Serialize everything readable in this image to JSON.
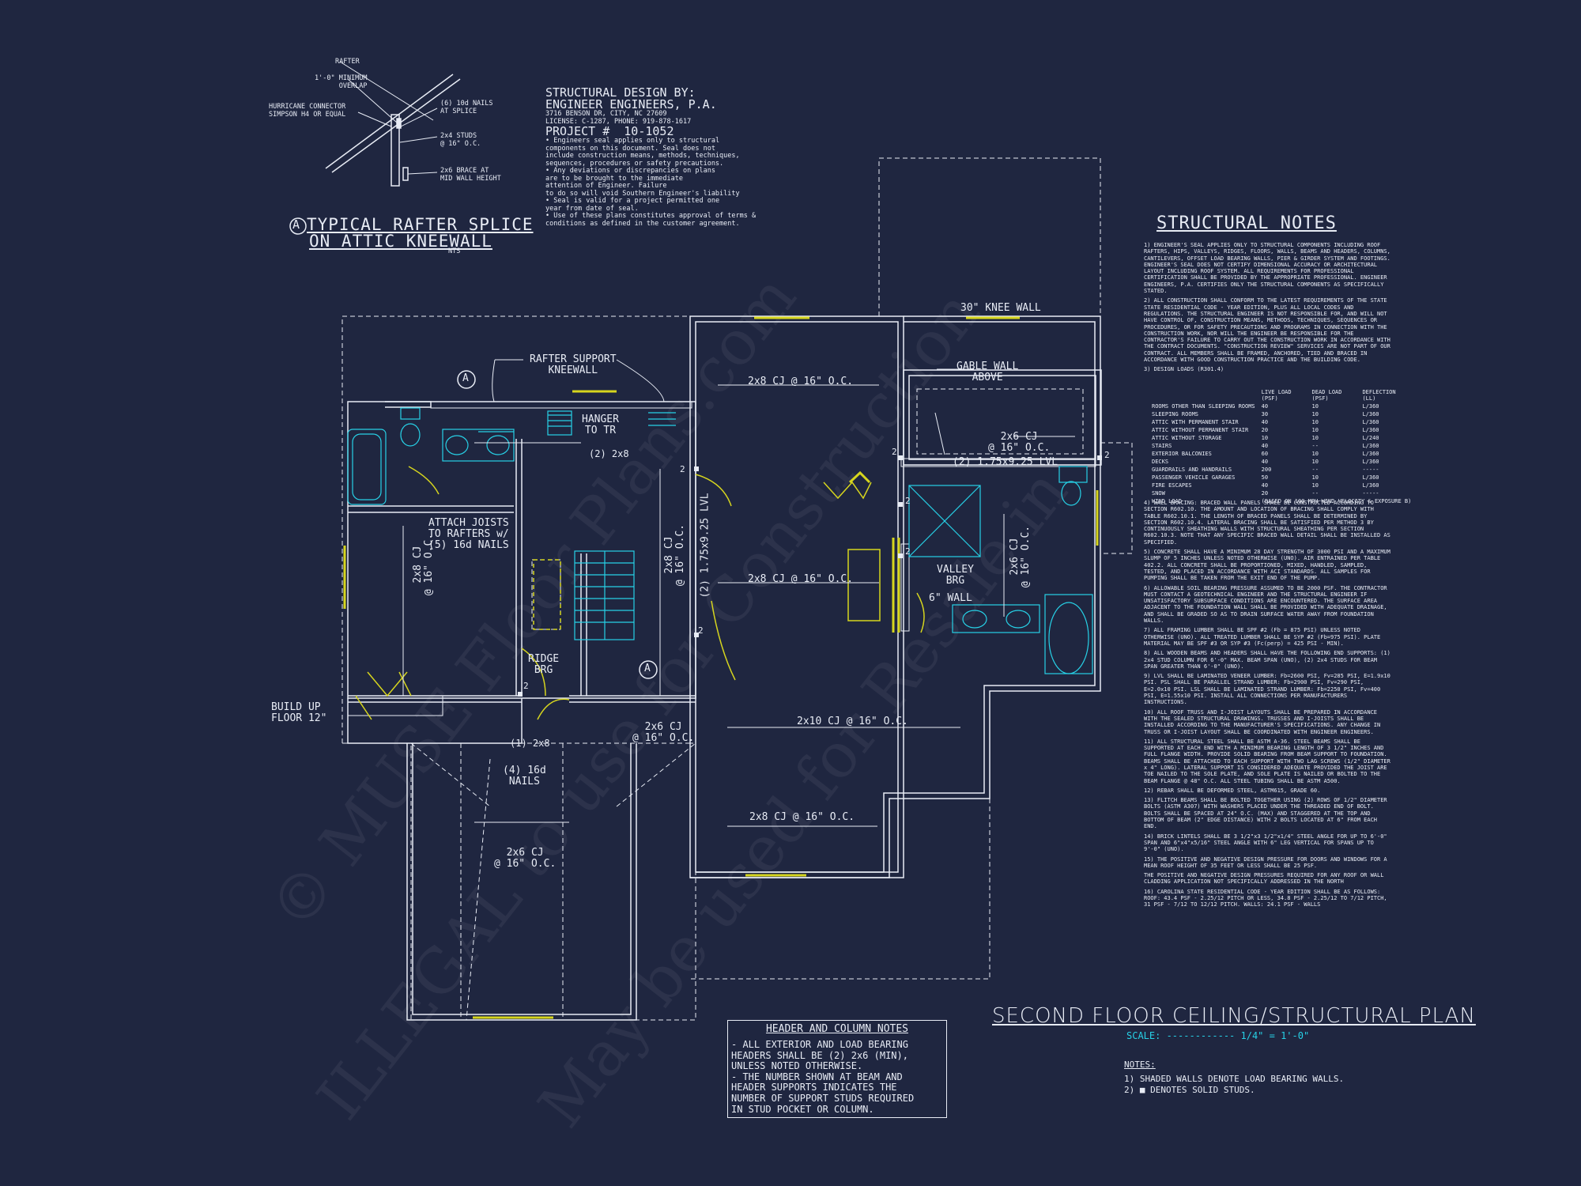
{
  "rafter_detail": {
    "labels": {
      "rafter": "RAFTER",
      "overlap": "1'-0\" MINIMUM\nOVERLAP",
      "hurricane": "HURRICANE CONNECTOR\nSIMPSON H4 OR EQUAL",
      "nails": "(6) 10d NAILS\nAT SPLICE",
      "studs": "2x4 STUDS\n@ 16\" O.C.",
      "brace": "2x6 BRACE AT\nMID WALL HEIGHT"
    },
    "marker": "A",
    "title_line1": "TYPICAL RAFTER SPLICE",
    "title_line2": "ON ATTIC KNEEWALL",
    "nts": "NTS"
  },
  "structural_design": {
    "heading": "STRUCTURAL DESIGN BY:",
    "firm": "ENGINEER ENGINEERS, P.A.",
    "address": "3716 BENSON DR, CITY, NC 27609",
    "license": "LICENSE: C-1287, PHONE: 919-878-1617",
    "project_label": "PROJECT #",
    "project_number": "10-1052",
    "bullets": [
      "Engineers seal applies only to structural\ncomponents on this document. Seal does not\ninclude construction means, methods, techniques,\nsequences, procedures or safety precautions.",
      "Any deviations or discrepancies on plans\nare to be brought to the immediate\nattention of Engineer. Failure\nto do so will void Southern Engineer's liability",
      "Seal is valid for a project permitted one\nyear from date of seal.",
      "Use of these plans constitutes approval of terms &\nconditions as defined in the customer agreement."
    ]
  },
  "structural_notes": {
    "title": "STRUCTURAL NOTES",
    "notes": [
      "1) ENGINEER'S SEAL APPLIES ONLY TO STRUCTURAL COMPONENTS INCLUDING ROOF RAFTERS, HIPS, VALLEYS, RIDGES, FLOORS, WALLS, BEAMS AND HEADERS, COLUMNS, CANTILEVERS, OFFSET LOAD BEARING WALLS, PIER & GIRDER SYSTEM AND FOOTINGS. ENGINEER'S SEAL DOES NOT CERTIFY DIMENSIONAL ACCURACY OR ARCHITECTURAL LAYOUT INCLUDING ROOF SYSTEM. ALL REQUIREMENTS FOR PROFESSIONAL CERTIFICATION SHALL BE PROVIDED BY THE APPROPRIATE PROFESSIONAL. ENGINEER ENGINEERS, P.A. CERTIFIES ONLY THE STRUCTURAL COMPONENTS AS SPECIFICALLY STATED.",
      "2) ALL CONSTRUCTION SHALL CONFORM TO THE LATEST REQUIREMENTS OF THE STATE STATE RESIDENTIAL CODE - YEAR EDITION, PLUS ALL LOCAL CODES AND REGULATIONS. THE STRUCTURAL ENGINEER IS NOT RESPONSIBLE FOR, AND WILL NOT HAVE CONTROL OF, CONSTRUCTION MEANS, METHODS, TECHNIQUES, SEQUENCES OR PROCEDURES, OR FOR SAFETY PRECAUTIONS AND PROGRAMS IN CONNECTION WITH THE CONSTRUCTION WORK, NOR WILL THE ENGINEER BE RESPONSIBLE FOR THE CONTRACTOR'S FAILURE TO CARRY OUT THE CONSTRUCTION WORK IN ACCORDANCE WITH THE CONTRACT DOCUMENTS. \"CONSTRUCTION REVIEW\" SERVICES ARE NOT PART OF OUR CONTRACT. ALL MEMBERS SHALL BE FRAMED, ANCHORED, TIED AND BRACED IN ACCORDANCE WITH GOOD CONSTRUCTION PRACTICE AND THE BUILDING CODE.",
      "3) DESIGN LOADS (R301.4)"
    ],
    "load_table": {
      "headers": [
        "",
        "LIVE LOAD\n(PSF)",
        "DEAD LOAD\n(PSF)",
        "DEFLECTION\n(LL)"
      ],
      "rows": [
        [
          "ROOMS OTHER THAN SLEEPING ROOMS",
          "40",
          "10",
          "L/360"
        ],
        [
          "SLEEPING ROOMS",
          "30",
          "10",
          "L/360"
        ],
        [
          "ATTIC WITH PERMANENT STAIR",
          "40",
          "10",
          "L/360"
        ],
        [
          "ATTIC WITHOUT PERMANENT STAIR",
          "20",
          "10",
          "L/360"
        ],
        [
          "ATTIC WITHOUT STORAGE",
          "10",
          "10",
          "L/240"
        ],
        [
          "STAIRS",
          "40",
          "--",
          "L/360"
        ],
        [
          "EXTERIOR BALCONIES",
          "60",
          "10",
          "L/360"
        ],
        [
          "DECKS",
          "40",
          "10",
          "L/360"
        ],
        [
          "GUARDRAILS AND HANDRAILS",
          "200",
          "--",
          "-----"
        ],
        [
          "PASSENGER VEHICLE GARAGES",
          "50",
          "10",
          "L/360"
        ],
        [
          "FIRE ESCAPES",
          "40",
          "10",
          "L/360"
        ],
        [
          "SNOW",
          "20",
          "--",
          "-----"
        ],
        [
          "WIND LOAD",
          "(BASED ON 100 MPH WIND VELOCITY & EXPOSURE B)",
          "",
          ""
        ]
      ]
    },
    "notes_after": [
      "4) WALL BRACING: BRACED WALL PANELS SHALL BE CONSTRUCTED ACCORDING TO SECTION R602.10. THE AMOUNT AND LOCATION OF BRACING SHALL COMPLY WITH TABLE R602.10.1. THE LENGTH OF BRACED PANELS SHALL BE DETERMINED BY SECTION R602.10.4. LATERAL BRACING SHALL BE SATISFIED PER METHOD 3 BY CONTINUOUSLY SHEATHING WALLS WITH STRUCTURAL SHEATHING PER SECTION R602.10.3. NOTE THAT ANY SPECIFIC BRACED WALL DETAIL SHALL BE INSTALLED AS SPECIFIED.",
      "5) CONCRETE SHALL HAVE A MINIMUM 28 DAY STRENGTH OF 3000 PSI AND A MAXIMUM SLUMP OF 5 INCHES UNLESS NOTED OTHERWISE (UNO). AIR ENTRAINED PER TABLE 402.2. ALL CONCRETE SHALL BE PROPORTIONED, MIXED, HANDLED, SAMPLED, TESTED, AND PLACED IN ACCORDANCE WITH ACI STANDARDS. ALL SAMPLES FOR PUMPING SHALL BE TAKEN FROM THE EXIT END OF THE PUMP.",
      "6) ALLOWABLE SOIL BEARING PRESSURE ASSUMED TO BE 2000 PSF. THE CONTRACTOR MUST CONTACT A GEOTECHNICAL ENGINEER AND THE STRUCTURAL ENGINEER IF UNSATISFACTORY SUBSURFACE CONDITIONS ARE ENCOUNTERED. THE SURFACE AREA ADJACENT TO THE FOUNDATION WALL SHALL BE PROVIDED WITH ADEQUATE DRAINAGE, AND SHALL BE GRADED SO AS TO DRAIN SURFACE WATER AWAY FROM FOUNDATION WALLS.",
      "7) ALL FRAMING LUMBER SHALL BE SPF #2 (Fb = 875 PSI) UNLESS NOTED OTHERWISE (UNO). ALL TREATED LUMBER SHALL BE SYP #2 (Fb=975 PSI). PLATE MATERIAL MAY BE SPF #3 OR SYP #3 (Fc(perp) = 425 PSI - MIN).",
      "8) ALL WOODEN BEAMS AND HEADERS SHALL HAVE THE FOLLOWING END SUPPORTS: (1) 2x4 STUD COLUMN FOR 6'-0\" MAX. BEAM SPAN (UNO), (2) 2x4 STUDS FOR BEAM SPAN GREATER THAN 6'-0\" (UNO).",
      "9) LVL SHALL BE LAMINATED VENEER LUMBER: Fb=2600 PSI, Fv=285 PSI, E=1.9x10 PSI. PSL SHALL BE PARALLEL STRAND LUMBER: Fb=2900 PSI, Fv=290 PSI, E=2.0x10 PSI. LSL SHALL BE LAMINATED STRAND LUMBER: Fb=2250 PSI, Fv=400 PSI, E=1.55x10 PSI. INSTALL ALL CONNECTIONS PER MANUFACTURERS INSTRUCTIONS.",
      "10) ALL ROOF TRUSS AND I-JOIST LAYOUTS SHALL BE PREPARED IN ACCORDANCE WITH THE SEALED STRUCTURAL DRAWINGS. TRUSSES AND I-JOISTS SHALL BE INSTALLED ACCORDING TO THE MANUFACTURER'S SPECIFICATIONS. ANY CHANGE IN TRUSS OR I-JOIST LAYOUT SHALL BE COORDINATED WITH ENGINEER ENGINEERS.",
      "11) ALL STRUCTURAL STEEL SHALL BE ASTM A-36. STEEL BEAMS SHALL BE SUPPORTED AT EACH END WITH A MINIMUM BEARING LENGTH OF 3 1/2\" INCHES AND FULL FLANGE WIDTH. PROVIDE SOLID BEARING FROM BEAM SUPPORT TO FOUNDATION. BEAMS SHALL BE ATTACHED TO EACH SUPPORT WITH TWO LAG SCREWS (1/2\" DIAMETER x 4\" LONG). LATERAL SUPPORT IS CONSIDERED ADEQUATE PROVIDED THE JOIST ARE TOE NAILED TO THE SOLE PLATE, AND SOLE PLATE IS NAILED OR BOLTED TO THE BEAM FLANGE @ 48\" O.C. ALL STEEL TUBING SHALL BE ASTM A500.",
      "12) REBAR SHALL BE DEFORMED STEEL, ASTM615, GRADE 60.",
      "13) FLITCH BEAMS SHALL BE BOLTED TOGETHER USING (2) ROWS OF 1/2\" DIAMETER BOLTS (ASTM A307) WITH WASHERS PLACED UNDER THE THREADED END OF BOLT. BOLTS SHALL BE SPACED AT 24\" O.C. (MAX) AND STAGGERED AT THE TOP AND BOTTOM OF BEAM (2\" EDGE DISTANCE) WITH 2 BOLTS LOCATED AT 6\" FROM EACH END.",
      "14) BRICK LINTELS SHALL BE 3 1/2\"x3 1/2\"x1/4\" STEEL ANGLE FOR UP TO 6'-0\" SPAN AND 6\"x4\"x5/16\" STEEL ANGLE WITH 6\" LEG VERTICAL FOR SPANS UP TO 9'-0\" (UNO).",
      "15) THE POSITIVE AND NEGATIVE DESIGN PRESSURE FOR DOORS AND WINDOWS FOR A MEAN ROOF HEIGHT OF 35 FEET OR LESS SHALL BE 25 PSF.",
      "THE POSITIVE AND NEGATIVE DESIGN PRESSURES REQUIRED FOR ANY ROOF OR WALL CLADDING APPLICATION NOT SPECIFICALLY ADDRESSED IN THE NORTH",
      "16) CAROLINA STATE RESIDENTIAL CODE - YEAR EDITION SHALL BE AS FOLLOWS: ROOF: 43.4 PSF - 2.25/12 PITCH OR LESS, 34.8 PSF - 2.25/12 TO 7/12 PITCH, 31 PSF - 7/12 TO 12/12 PITCH. WALLS: 24.1 PSF - WALLS"
    ]
  },
  "header_notes": {
    "title": "HEADER AND COLUMN NOTES",
    "lines": [
      "- ALL EXTERIOR AND LOAD BEARING",
      "HEADERS SHALL BE (2) 2x6 (MIN),",
      "UNLESS NOTED OTHERWISE.",
      "- THE NUMBER SHOWN AT BEAM AND",
      "HEADER SUPPORTS INDICATES THE",
      "NUMBER OF SUPPORT STUDS REQUIRED",
      "IN STUD POCKET OR COLUMN."
    ]
  },
  "plan_title": {
    "title": "SECOND FLOOR CEILING/STRUCTURAL PLAN",
    "scale": "SCALE: ------------ 1/4\" = 1'-0\""
  },
  "bottom_notes": {
    "heading": "NOTES:",
    "lines": [
      "1) SHADED WALLS DENOTE LOAD BEARING WALLS.",
      "2) ■ DENOTES SOLID STUDS."
    ]
  },
  "plan_labels": {
    "knee_wall": "30\" KNEE WALL",
    "rafter_support": "RAFTER SUPPORT\nKNEEWALL",
    "gable_wall": "GABLE WALL\nABOVE",
    "hanger": "HANGER\nTO TR",
    "header_2x8_top": "(2) 2x8",
    "cj_2x8_top": "2x8 CJ @ 16\" O.C.",
    "lvl_right": "(2) 1.75x9.25 LVL",
    "cj_2x6_right": "2x6 CJ\n@ 16\" O.C.",
    "attach_joists": "ATTACH JOISTS\nTO RAFTERS w/\n(5) 16d NAILS",
    "cj_2x8_left": "2x8 CJ\n@ 16\" O.C.",
    "cj_2x8_stair": "2x8 CJ\n@ 16\" O.C.",
    "lvl_vertical": "(2) 1.75x9.25 LVL",
    "cj_2x8_mid": "2x8 CJ @ 16\" O.C.",
    "valley_brg": "VALLEY\nBRG",
    "six_wall": "6\" WALL",
    "cj_2x6_vert": "2x6 CJ\n@ 16\" O.C.",
    "ridge_brg": "RIDGE\nBRG",
    "build_up": "BUILD UP\nFLOOR 12\"",
    "cj_2x6_hall": "2x6 CJ\n@ 16\" O.C.",
    "header_1_2x8": "(1) 2x8",
    "nails_16d": "(4) 16d\nNAILS",
    "cj_2x10": "2x10 CJ @ 16\" O.C.",
    "cj_2x8_bottom": "2x8 CJ @ 16\" O.C.",
    "cj_2x6_garage": "2x6 CJ\n@ 16\" O.C.",
    "section_marker": "A",
    "stud_2": "2"
  },
  "watermarks": [
    "© MUSE Floor Plans.com",
    "ILLEGAL to use for Construction",
    "May be used for Resale in"
  ],
  "colors": {
    "background": "#1f2640",
    "lines": "#e8ecf5",
    "cyan": "#27d1e6",
    "yellow": "#d6d51e"
  }
}
